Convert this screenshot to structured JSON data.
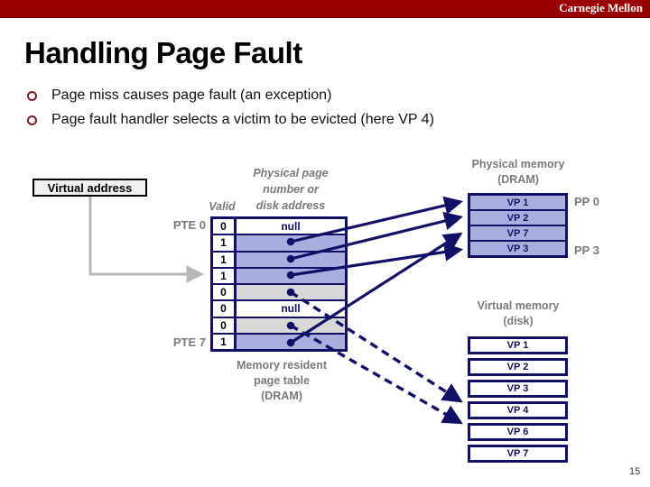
{
  "slide": {
    "brand": "Carnegie Mellon",
    "title": "Handling Page Fault",
    "bullets": [
      "Page miss causes page fault (an exception)",
      "Page fault handler selects a victim to be evicted (here VP 4)"
    ],
    "page_number": "15"
  },
  "diagram": {
    "virtual_address_label": "Virtual address",
    "valid_header": "Valid",
    "col_header_lines": [
      "Physical page",
      "number or",
      "disk address"
    ],
    "pte_first_label": "PTE 0",
    "pte_last_label": "PTE 7",
    "page_table": {
      "rows": [
        {
          "pte": 0,
          "valid": "0",
          "value": "null",
          "bg": "white"
        },
        {
          "pte": 1,
          "valid": "1",
          "value": "",
          "bg": "blue"
        },
        {
          "pte": 2,
          "valid": "1",
          "value": "",
          "bg": "blue"
        },
        {
          "pte": 3,
          "valid": "1",
          "value": "",
          "bg": "blue"
        },
        {
          "pte": 4,
          "valid": "0",
          "value": "",
          "bg": "gray"
        },
        {
          "pte": 5,
          "valid": "0",
          "value": "null",
          "bg": "white"
        },
        {
          "pte": 6,
          "valid": "0",
          "value": "",
          "bg": "gray"
        },
        {
          "pte": 7,
          "valid": "1",
          "value": "",
          "bg": "blue"
        }
      ],
      "caption_lines": [
        "Memory resident",
        "page table",
        "(DRAM)"
      ]
    },
    "dram": {
      "title_lines": [
        "Physical memory",
        "(DRAM)"
      ],
      "rows": [
        "VP 1",
        "VP 2",
        "VP 7",
        "VP 3"
      ],
      "pp_labels": [
        {
          "text": "PP 0",
          "row": 0
        },
        {
          "text": "PP 3",
          "row": 3
        }
      ]
    },
    "disk": {
      "title_lines": [
        "Virtual memory",
        "(disk)"
      ],
      "rows": [
        "VP 1",
        "VP 2",
        "VP 3",
        "VP 4",
        "VP 6",
        "VP 7"
      ]
    },
    "mappings": [
      {
        "pte": 1,
        "style": "solid",
        "target": "dram",
        "page": "VP 1"
      },
      {
        "pte": 2,
        "style": "solid",
        "target": "dram",
        "page": "VP 2"
      },
      {
        "pte": 3,
        "style": "solid",
        "target": "dram",
        "page": "VP 3"
      },
      {
        "pte": 7,
        "style": "solid",
        "target": "dram",
        "page": "VP 7"
      },
      {
        "pte": 4,
        "style": "dashed",
        "target": "disk",
        "page": "VP 4"
      },
      {
        "pte": 6,
        "style": "dashed",
        "target": "disk",
        "page": "VP 6"
      }
    ],
    "colors": {
      "brand_bar": "#990000",
      "navy": "#101066",
      "periwinkle": "#a9aede",
      "row_gray": "#d8d8d8",
      "label_gray": "#7a7a7a",
      "bullet_red": "#7f1f24",
      "connector_gray": "#b7b7b7"
    }
  }
}
